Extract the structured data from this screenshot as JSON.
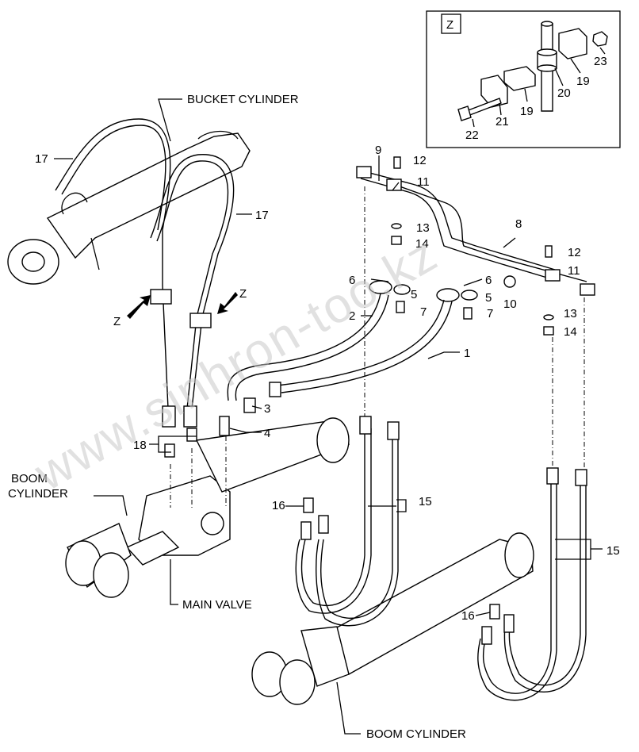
{
  "labels": {
    "bucket_cylinder": "BUCKET CYLINDER",
    "boom_cylinder_left_1": "BOOM",
    "boom_cylinder_left_2": "CYLINDER",
    "main_valve": "MAIN VALVE",
    "boom_cylinder_bottom": "BOOM CYLINDER",
    "detail_z": "Z",
    "arrow_z_left": "Z",
    "arrow_z_right": "Z"
  },
  "part_numbers": {
    "n1": "1",
    "n2": "2",
    "n3": "3",
    "n4": "4",
    "n5a": "5",
    "n5b": "5",
    "n6a": "6",
    "n6b": "6",
    "n7a": "7",
    "n7b": "7",
    "n8": "8",
    "n9": "9",
    "n10": "10",
    "n11a": "11",
    "n11b": "11",
    "n12a": "12",
    "n12b": "12",
    "n13a": "13",
    "n13b": "13",
    "n14a": "14",
    "n14b": "14",
    "n15a": "15",
    "n15b": "15",
    "n16a": "16",
    "n16b": "16",
    "n17a": "17",
    "n17b": "17",
    "n18": "18",
    "n19a": "19",
    "n19b": "19",
    "n20": "20",
    "n21": "21",
    "n22": "22",
    "n23": "23"
  },
  "watermark": "www.sinhron-too.kz"
}
